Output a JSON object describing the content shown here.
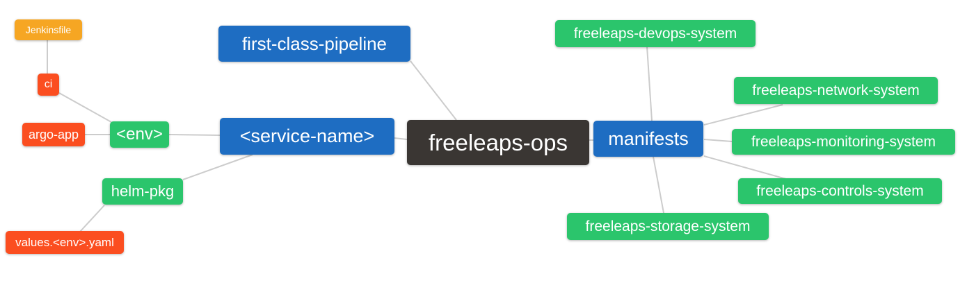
{
  "nodes": {
    "jenkinsfile": {
      "label": "Jenkinsfile",
      "color": "#f6a623"
    },
    "ci": {
      "label": "ci",
      "color": "#fb4e20"
    },
    "argo_app": {
      "label": "argo-app",
      "color": "#fb4e20"
    },
    "env": {
      "label": "<env>",
      "color": "#2bc56c"
    },
    "helm_pkg": {
      "label": "helm-pkg",
      "color": "#2bc56c"
    },
    "values_env_yaml": {
      "label": "values.<env>.yaml",
      "color": "#fb4e20"
    },
    "first_class_pipeline": {
      "label": "first-class-pipeline",
      "color": "#1e6dc2"
    },
    "service_name": {
      "label": "<service-name>",
      "color": "#1e6dc2"
    },
    "freeleaps_ops": {
      "label": "freeleaps-ops",
      "color": "#3a3633"
    },
    "manifests": {
      "label": "manifests",
      "color": "#1e6dc2"
    },
    "devops_system": {
      "label": "freeleaps-devops-system",
      "color": "#2bc56c"
    },
    "network_system": {
      "label": "freeleaps-network-system",
      "color": "#2bc56c"
    },
    "monitoring_system": {
      "label": "freeleaps-monitoring-system",
      "color": "#2bc56c"
    },
    "controls_system": {
      "label": "freeleaps-controls-system",
      "color": "#2bc56c"
    },
    "storage_system": {
      "label": "freeleaps-storage-system",
      "color": "#2bc56c"
    }
  },
  "edges": [
    [
      "jenkinsfile",
      "ci"
    ],
    [
      "ci",
      "env"
    ],
    [
      "argo_app",
      "env"
    ],
    [
      "env",
      "service_name"
    ],
    [
      "helm_pkg",
      "service_name"
    ],
    [
      "values_env_yaml",
      "helm_pkg"
    ],
    [
      "first_class_pipeline",
      "freeleaps_ops"
    ],
    [
      "service_name",
      "freeleaps_ops"
    ],
    [
      "freeleaps_ops",
      "manifests"
    ],
    [
      "manifests",
      "devops_system"
    ],
    [
      "manifests",
      "network_system"
    ],
    [
      "manifests",
      "monitoring_system"
    ],
    [
      "manifests",
      "controls_system"
    ],
    [
      "manifests",
      "storage_system"
    ]
  ],
  "colors": {
    "blue": "#1e6dc2",
    "green": "#2bc56c",
    "red": "#fb4e20",
    "orange": "#f6a623",
    "dark": "#3a3633",
    "edge_line": "#cccccc",
    "node_text": "#ffffff",
    "background": "#ffffff"
  }
}
